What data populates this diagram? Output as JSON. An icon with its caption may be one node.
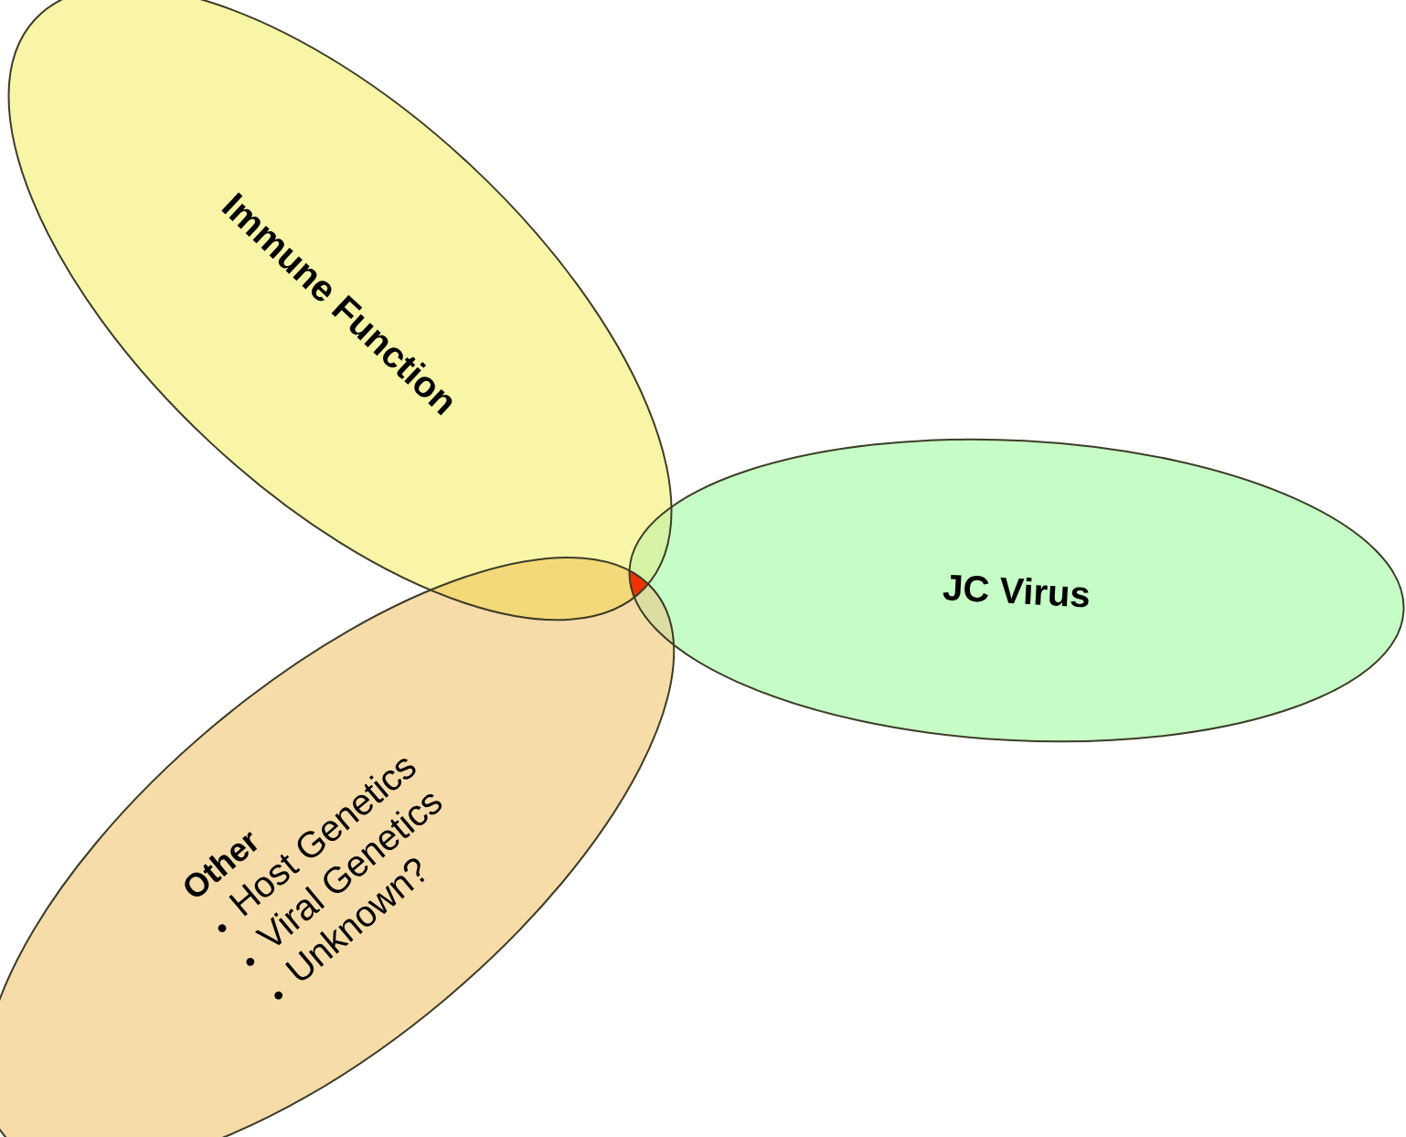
{
  "diagram": {
    "nodes": [
      {
        "text": [
          "Immune Function"
        ]
      },
      {
        "text": [
          "JC Virus"
        ]
      },
      {
        "text": [
          "Other",
          "Host Genetics",
          "Viral Genetics",
          "Unknown?"
        ]
      }
    ]
  }
}
